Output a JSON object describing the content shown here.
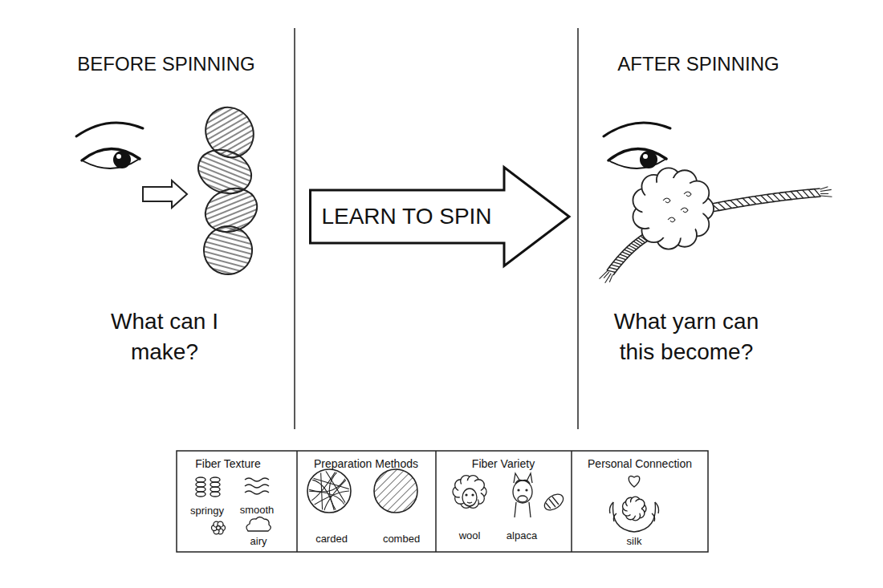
{
  "diagram": {
    "nodes": [
      {
        "text": [
          "LEARN TO SPIN"
        ]
      },
      {
        "text": [
          "Fiber Texture",
          "springy",
          "smooth",
          "airy"
        ]
      },
      {
        "text": [
          "Preparation Methods",
          "carded",
          "combed"
        ]
      },
      {
        "text": [
          "Fiber Variety",
          "wool",
          "alpaca"
        ]
      },
      {
        "text": [
          "Personal Connection",
          "silk"
        ]
      }
    ],
    "labels": [
      "BEFORE SPINNING",
      "What can I make?",
      "AFTER SPINNING",
      "What yarn can this become?"
    ]
  }
}
